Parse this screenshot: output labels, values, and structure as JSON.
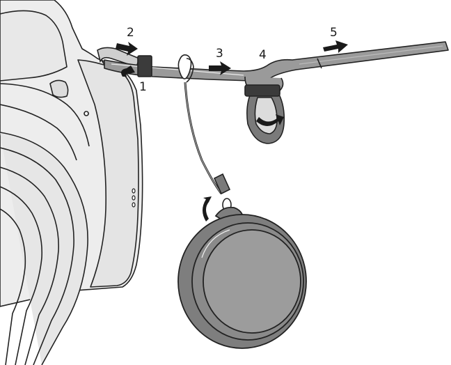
{
  "diagram": {
    "steps": [
      {
        "id": 1,
        "label": "1"
      },
      {
        "id": 2,
        "label": "2"
      },
      {
        "id": 3,
        "label": "3"
      },
      {
        "id": 4,
        "label": "4"
      },
      {
        "id": 5,
        "label": "5"
      }
    ],
    "colors": {
      "outline": "#222222",
      "body_fill": "#ededed",
      "body_shade": "#d6d6d6",
      "strap_fill": "#9a9a9a",
      "strap_dark": "#5c5c5c",
      "cap_outer": "#7e7e7e",
      "cap_inner": "#9c9c9c",
      "arrow": "#1a1a1a"
    }
  }
}
